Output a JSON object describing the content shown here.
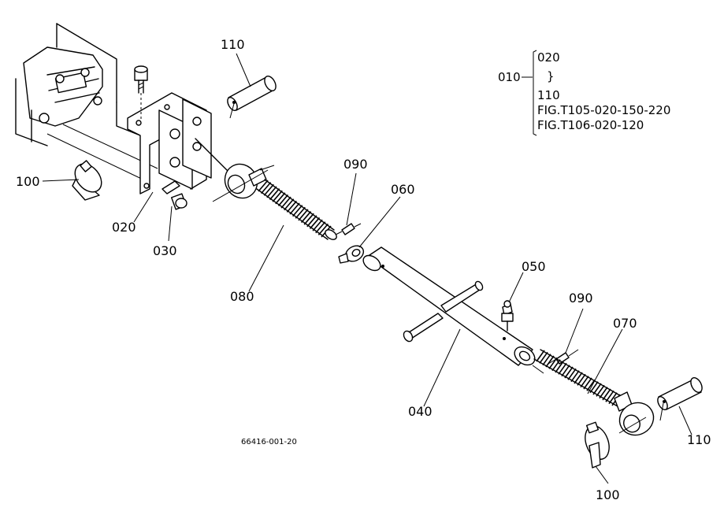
{
  "callouts": {
    "c110_top": "110",
    "c100_left": "100",
    "c020": "020",
    "c030": "030",
    "c080": "080",
    "c090_upper": "090",
    "c060": "060",
    "c050": "050",
    "c090_lower": "090",
    "c070": "070",
    "c040": "040",
    "c110_right": "110",
    "c100_bottom": "100"
  },
  "reference_box": {
    "group_label": "010",
    "line1": "020",
    "line2": "}",
    "line3": "110",
    "line4": "FIG.T105-020-150-220",
    "line5": "FIG.T106-020-120"
  },
  "drawing_code": "66416-001-20"
}
